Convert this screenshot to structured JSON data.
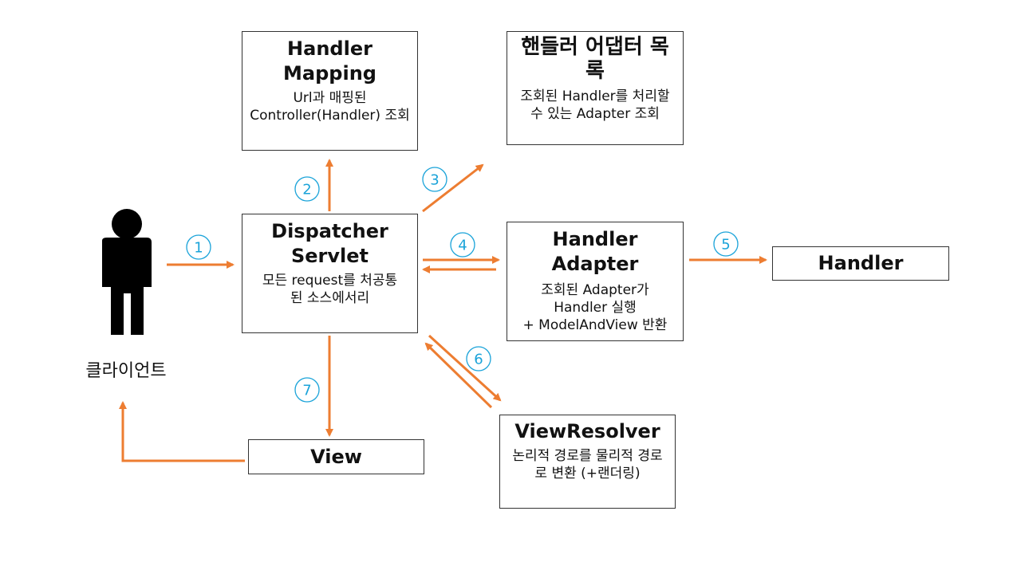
{
  "colors": {
    "arrow": "#ed7d31",
    "step": "#1aa3d9",
    "border": "#333333"
  },
  "client": {
    "label": "클라이언트",
    "icon": "person-silhouette-icon"
  },
  "boxes": {
    "handler_mapping": {
      "title": "Handler Mapping",
      "desc": "Url과 매핑된 Controller(Handler) 조회"
    },
    "adapter_list": {
      "title": "핸들러 어댑터 목록",
      "desc": "조회된 Handler를 처리할 수 있는 Adapter 조회"
    },
    "dispatcher": {
      "title": "Dispatcher Servlet",
      "desc": "모든 request를 처공통된 소스에서리"
    },
    "handler_adapter": {
      "title": "Handler Adapter",
      "desc1": "조회된 Adapter가",
      "desc2": "Handler 실행",
      "desc3": "+ ModelAndView 반환"
    },
    "handler": {
      "title": "Handler"
    },
    "viewresolver": {
      "title": "ViewResolver",
      "desc": "논리적 경로를 물리적 경로로 변환 (+랜더링)"
    },
    "view": {
      "title": "View"
    }
  },
  "steps": [
    "1",
    "2",
    "3",
    "4",
    "5",
    "6",
    "7"
  ]
}
